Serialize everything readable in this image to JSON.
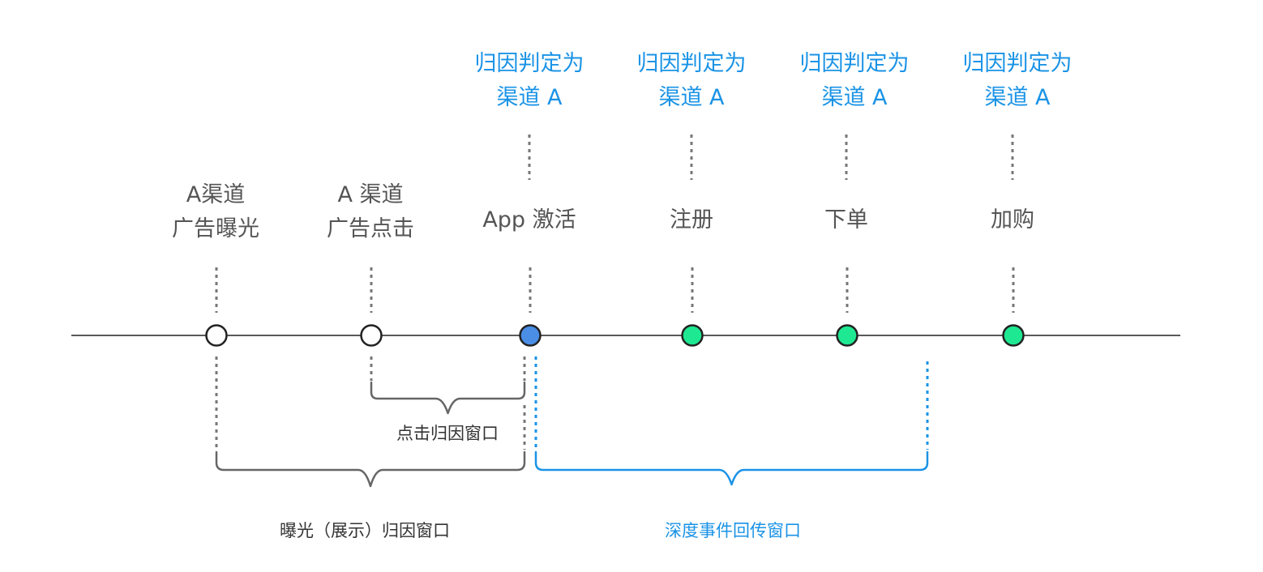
{
  "colors": {
    "event_text": "#555555",
    "attribution_text": "#1a93e6",
    "timeline": "#222222",
    "dotted": "#777777",
    "gray_bracket": "#666666",
    "blue_bracket": "#1a93e6",
    "node_hollow": "#ffffff",
    "node_activation": "#4a8ee6",
    "node_deep": "#1ee892",
    "node_stroke": "#222222"
  },
  "events": [
    {
      "lines": [
        "A渠道",
        "广告曝光"
      ],
      "node": "hollow"
    },
    {
      "lines": [
        "A 渠道",
        "广告点击"
      ],
      "node": "hollow"
    },
    {
      "lines": [
        "App 激活"
      ],
      "node": "activation",
      "attribution": [
        "归因判定为",
        "渠道 A"
      ]
    },
    {
      "lines": [
        "注册"
      ],
      "node": "deep",
      "attribution": [
        "归因判定为",
        "渠道 A"
      ]
    },
    {
      "lines": [
        "下单"
      ],
      "node": "deep",
      "attribution": [
        "归因判定为",
        "渠道 A"
      ]
    },
    {
      "lines": [
        "加购"
      ],
      "node": "deep",
      "attribution": [
        "归因判定为",
        "渠道 A"
      ]
    }
  ],
  "windows": {
    "click": {
      "label": "点击归因窗口"
    },
    "exposure": {
      "label": "曝光（展示）归因窗口"
    },
    "deep": {
      "label": "深度事件回传窗口"
    }
  }
}
